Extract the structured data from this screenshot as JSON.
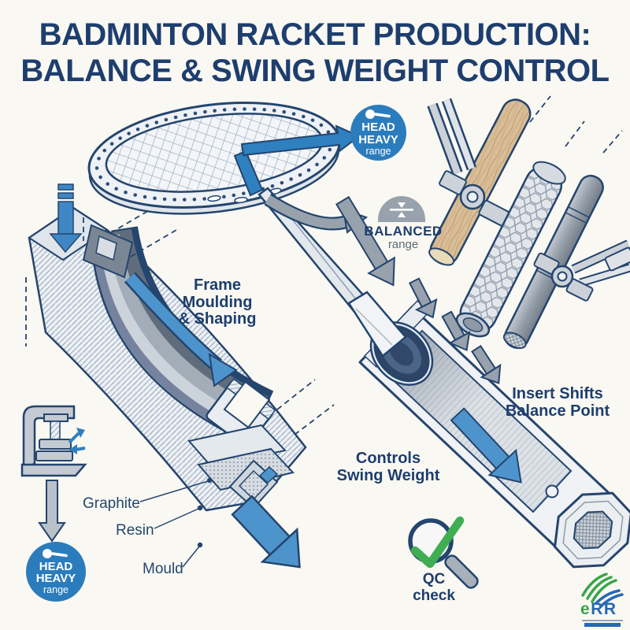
{
  "title": {
    "line1": "BADMINTON RACKET PRODUCTION:",
    "line2": "BALANCE & SWING WEIGHT CONTROL"
  },
  "badges": {
    "head_heavy_top": {
      "line1": "HEAD",
      "line2": "HEAVY",
      "line3": "range",
      "icon": "racket-icon"
    },
    "balanced": {
      "label": "BALANCED",
      "sub": "range",
      "icon": "balance-icon"
    },
    "head_heavy_bottom": {
      "line1": "HEAD",
      "line2": "HEAVY",
      "line3": "range",
      "icon": "racket-icon"
    }
  },
  "labels": {
    "frame_moulding": {
      "line1": "Frame",
      "line2": "Moulding",
      "line3": "& Shaping"
    },
    "materials": {
      "graphite": "Graphite",
      "resin": "Resin",
      "mould": "Mould"
    },
    "controls_swing": {
      "line1": "Controls",
      "line2": "Swing Weight"
    },
    "insert_shifts": {
      "line1": "Insert Shifts",
      "line2": "Balance Point"
    },
    "qc_check": {
      "line1": "QC",
      "line2": "check"
    }
  },
  "logo": {
    "green_part": "e",
    "blue_part": "RR"
  },
  "colors": {
    "title_navy": "#1d3e6e",
    "outline_navy": "#24456e",
    "accent_blue": "#2f80bf",
    "badge_blue": "#2b7cbc",
    "arrow_gray": "#98a2ad",
    "check_green": "#3fae52",
    "wood_tan": "#d8bd97",
    "background": "#faf8f2"
  }
}
